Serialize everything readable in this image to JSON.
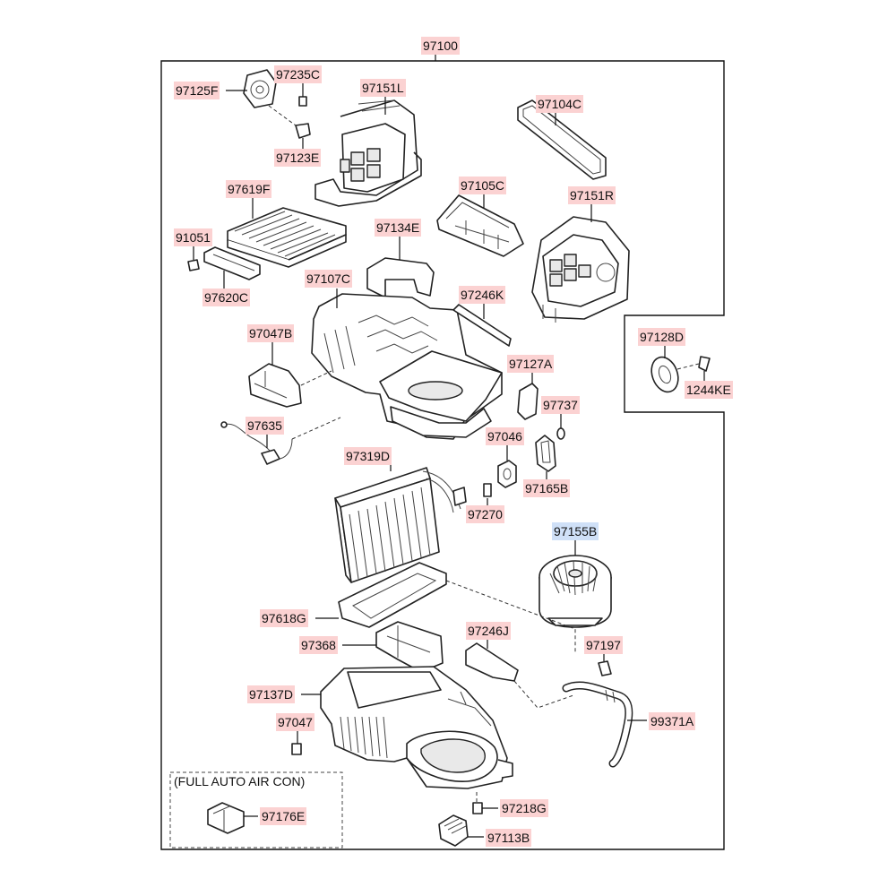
{
  "diagram": {
    "assembly_label": "97100",
    "variant_note": "(FULL AUTO AIR CON)",
    "labels": {
      "p97125F": "97125F",
      "p97235C": "97235C",
      "p97151L": "97151L",
      "p97104C": "97104C",
      "p97123E": "97123E",
      "p97619F": "97619F",
      "p97105C": "97105C",
      "p97151R": "97151R",
      "p91051": "91051",
      "p97134E": "97134E",
      "p97620C": "97620C",
      "p97107C": "97107C",
      "p97246K": "97246K",
      "p97128D": "97128D",
      "p97047B": "97047B",
      "p97127A": "97127A",
      "p1244KE": "1244KE",
      "p97737": "97737",
      "p97635": "97635",
      "p97046": "97046",
      "p97319D": "97319D",
      "p97165B": "97165B",
      "p97270": "97270",
      "p97155B": "97155B",
      "p97618G": "97618G",
      "p97246J": "97246J",
      "p97197": "97197",
      "p97368": "97368",
      "p97137D": "97137D",
      "p99371A": "99371A",
      "p97047": "97047",
      "p97176E": "97176E",
      "p97218G": "97218G",
      "p97113B": "97113B"
    },
    "selected_part": "97155B",
    "colors": {
      "label_bg": "#fbd2d2",
      "selected_bg": "#cfe0f7",
      "line": "#111111"
    }
  }
}
